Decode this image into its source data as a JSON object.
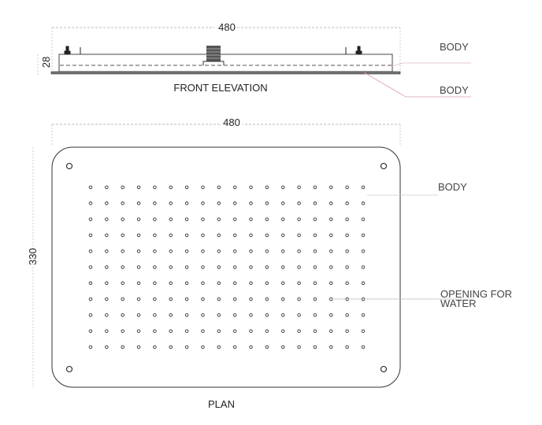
{
  "front_elevation": {
    "title": "FRONT ELEVATION",
    "width_dim": "480",
    "height_dim": "28",
    "label_top": "BODY",
    "label_bottom": "BODY"
  },
  "plan": {
    "title": "PLAN",
    "width_dim": "480",
    "height_dim": "330",
    "label_body": "BODY",
    "label_opening_line1": "OPENING FOR",
    "label_opening_line2": "WATER",
    "hole_grid": {
      "rows": 11,
      "cols": 18
    }
  },
  "colors": {
    "line": "#333333",
    "dim": "#bbbbbb",
    "leader": "#d9a0a8"
  }
}
